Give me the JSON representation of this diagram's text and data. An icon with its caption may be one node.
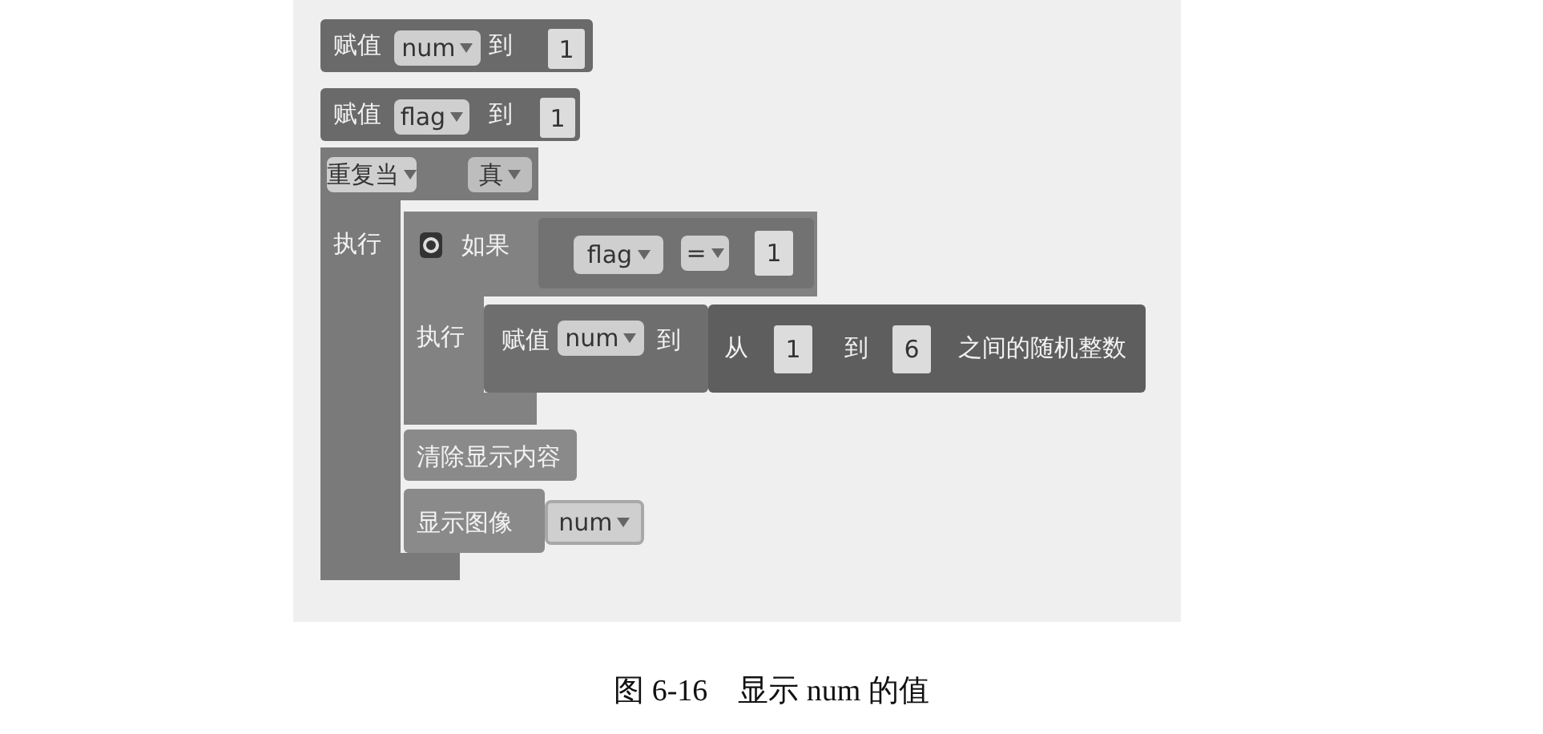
{
  "diagram": {
    "caption": "图 6-16　显示 num 的值",
    "nodes": [
      {
        "text": [
          "赋值",
          "到"
        ]
      },
      {
        "text": [
          "num"
        ],
        "in": 0
      },
      {
        "text": [
          "1"
        ],
        "in": 0
      },
      {
        "text": [
          "赋值",
          "到"
        ]
      },
      {
        "text": [
          "flag"
        ],
        "in": 3
      },
      {
        "text": [
          "1"
        ],
        "in": 3
      },
      {
        "text": [
          "执行"
        ]
      },
      {
        "text": [
          "重复当"
        ],
        "in": 6
      },
      {
        "text": [
          "真"
        ],
        "in": 6
      },
      {
        "text": [
          "如果",
          "执行"
        ]
      },
      {
        "text": [],
        "shape": "box",
        "in": 9
      },
      {
        "text": [
          "flag"
        ],
        "in": 10
      },
      {
        "text": [
          "="
        ],
        "in": 10
      },
      {
        "text": [
          "1"
        ],
        "in": 10
      },
      {
        "text": [
          "赋值",
          "到"
        ],
        "in": 9
      },
      {
        "text": [
          "num"
        ],
        "in": 14
      },
      {
        "text": [
          "从",
          "到",
          "之间的随机整数"
        ]
      },
      {
        "text": [
          "1"
        ],
        "in": 16
      },
      {
        "text": [
          "6"
        ],
        "in": 16
      },
      {
        "text": [
          "清除显示内容"
        ]
      },
      {
        "text": [
          "显示图像"
        ]
      },
      {
        "text": [
          "num"
        ]
      }
    ]
  }
}
